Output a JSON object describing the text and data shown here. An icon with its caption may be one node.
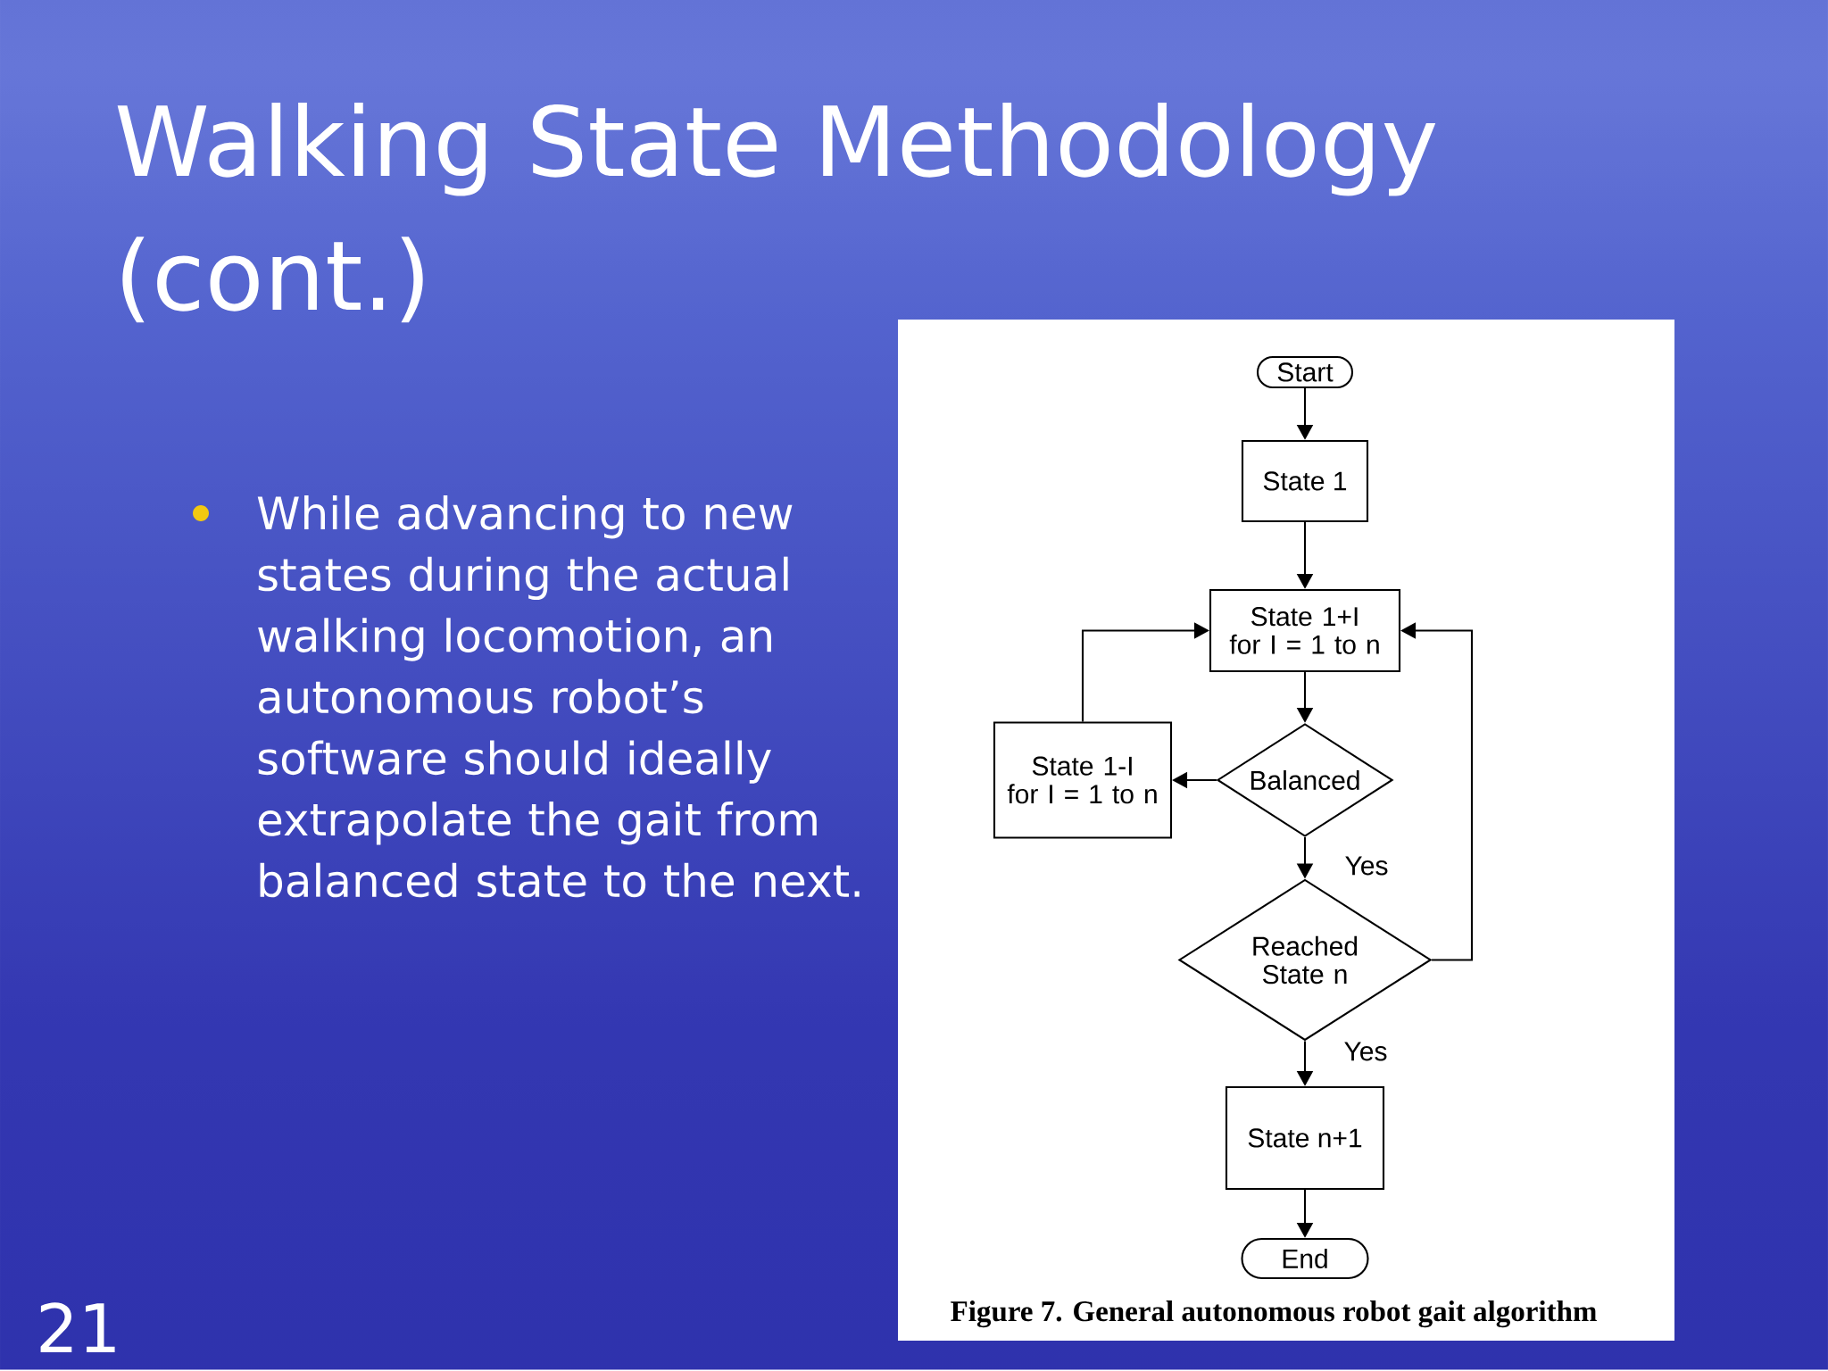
{
  "diagram": {
    "title": "Walking State Methodology (cont.)",
    "caption": "Figure 7. General autonomous robot gait algorithm",
    "nodes": [
      {
        "text": [
          "Start"
        ]
      },
      {
        "text": [
          "State 1"
        ]
      },
      {
        "text": [
          "State 1+I for I = 1 to n"
        ]
      },
      {
        "text": [
          "State 1-I for I = 1 to n"
        ]
      },
      {
        "text": [
          "Balanced"
        ]
      },
      {
        "text": [
          "Reached State n"
        ]
      },
      {
        "text": [
          "State n+1"
        ]
      },
      {
        "text": [
          "End"
        ]
      }
    ],
    "edges": [
      {
        "from": 0,
        "to": 1,
        "arrow": "to"
      },
      {
        "from": 1,
        "to": 2,
        "arrow": "to"
      },
      {
        "from": 2,
        "to": 4,
        "arrow": "to"
      },
      {
        "from": 4,
        "to": 3,
        "arrow": "to"
      },
      {
        "from": 3,
        "to": 2,
        "arrow": "to"
      },
      {
        "from": 4,
        "to": 5,
        "label": "Yes",
        "arrow": "to"
      },
      {
        "from": 5,
        "to": 2,
        "arrow": "to"
      },
      {
        "from": 5,
        "to": 6,
        "label": "Yes",
        "arrow": "to"
      },
      {
        "from": 6,
        "to": 7,
        "arrow": "to"
      }
    ],
    "labels": [
      "While advancing to new states during the actual walking locomotion, an autonomous robot’s software should ideally extrapolate the gait from balanced state to the next.",
      "21"
    ]
  }
}
